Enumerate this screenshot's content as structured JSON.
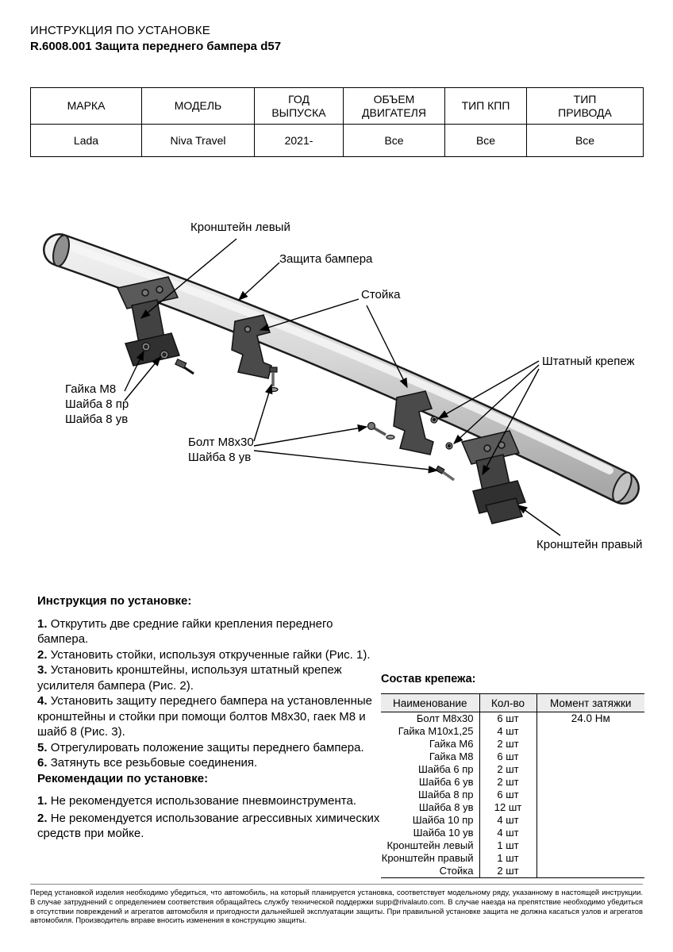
{
  "page": {
    "title_line1": "ИНСТРУКЦИЯ ПО УСТАНОВКЕ",
    "title_line2": "R.6008.001 Защита переднего бампера d57"
  },
  "spec_table": {
    "headers": [
      "МАРКА",
      "МОДЕЛЬ",
      "ГОД\nВЫПУСКА",
      "ОБЪЕМ\nДВИГАТЕЛЯ",
      "ТИП КПП",
      "ТИП\nПРИВОДА"
    ],
    "row": [
      "Lada",
      "Niva Travel",
      "2021-",
      "Все",
      "Все",
      "Все"
    ]
  },
  "diagram": {
    "labels": {
      "bracket_left": "Кронштейн левый",
      "guard": "Защита бампера",
      "stand": "Стойка",
      "factory_fasteners": "Штатный крепеж",
      "nut_group": "Гайка М8\nШайба 8 пр\nШайба 8 ув",
      "bolt_group": "Болт М8х30\nШайба 8 ув",
      "bracket_right": "Кронштейн правый"
    }
  },
  "instructions": {
    "title": "Инструкция по установке:",
    "steps": [
      {
        "num": "1.",
        "text": "Открутить две средние гайки крепления переднего бампера."
      },
      {
        "num": "2.",
        "text": "Установить стойки, используя открученные гайки (Рис. 1)."
      },
      {
        "num": "3.",
        "text": "Установить кронштейны, используя штатный крепеж усилителя бампера (Рис. 2)."
      },
      {
        "num": "4.",
        "text": "Установить защиту переднего бампера на установленные кронштейны и стойки при помощи болтов М8х30, гаек М8 и шайб 8 (Рис. 3)."
      },
      {
        "num": "5.",
        "text": "Отрегулировать положение защиты переднего бампера."
      },
      {
        "num": "6.",
        "text": "Затянуть все резьбовые соединения."
      }
    ],
    "recommendations_title": "Рекомендации по установке:",
    "recommendations": [
      {
        "num": "1.",
        "text": "Не рекомендуется использование пневмоинструмента."
      },
      {
        "num": "2.",
        "text": "Не рекомендуется использование агрессивных химических средств при мойке."
      }
    ]
  },
  "fasteners": {
    "title": "Состав крепежа:",
    "headers": {
      "name": "Наименование",
      "qty": "Кол-во",
      "torque": "Момент затяжки"
    },
    "rows": [
      {
        "name": "Болт М8х30",
        "qty": "6 шт",
        "torque": "24.0 Нм"
      },
      {
        "name": "Гайка М10х1,25",
        "qty": "4 шт",
        "torque": ""
      },
      {
        "name": "Гайка М6",
        "qty": "2 шт",
        "torque": ""
      },
      {
        "name": "Гайка М8",
        "qty": "6 шт",
        "torque": ""
      },
      {
        "name": "Шайба 6 пр",
        "qty": "2 шт",
        "torque": ""
      },
      {
        "name": "Шайба 6 ув",
        "qty": "2 шт",
        "torque": ""
      },
      {
        "name": "Шайба 8 пр",
        "qty": "6 шт",
        "torque": ""
      },
      {
        "name": "Шайба 8 ув",
        "qty": "12 шт",
        "torque": ""
      },
      {
        "name": "Шайба 10 пр",
        "qty": "4 шт",
        "torque": ""
      },
      {
        "name": "Шайба 10 ув",
        "qty": "4 шт",
        "torque": ""
      },
      {
        "name": "Кронштейн левый",
        "qty": "1 шт",
        "torque": ""
      },
      {
        "name": "Кронштейн правый",
        "qty": "1 шт",
        "torque": ""
      },
      {
        "name": "Стойка",
        "qty": "2 шт",
        "torque": ""
      }
    ]
  },
  "footer": {
    "text": "Перед установкой изделия необходимо убедиться, что автомобиль, на который планируется установка, соответствует модельному ряду, указанному в настоящей инструкции. В случае затруднений с определением соответствия обращайтесь службу технической поддержки supp@rivalauto.com. В случае наезда на препятствие необходимо убедиться в отсутствии повреждений и агрегатов автомобиля и пригодности дальнейшей эксплуатации защиты. При правильной установке защита не должна касаться узлов и агрегатов автомобиля. Производитель вправе вносить изменения в конструкцию защиты."
  }
}
